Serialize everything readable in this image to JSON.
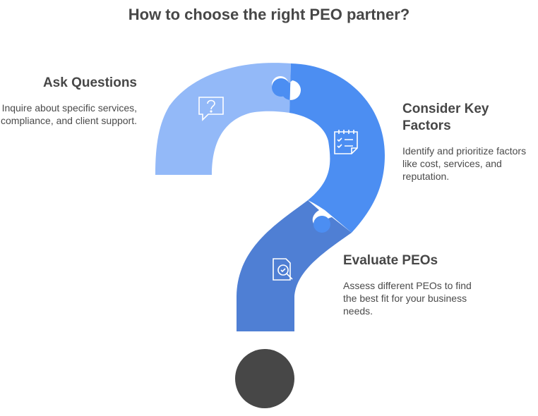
{
  "title": "How to choose the right PEO partner?",
  "steps": [
    {
      "heading": "Ask Questions",
      "text": "Inquire about specific services, compliance, and client support.",
      "icon": "question-bubble-icon",
      "color": "#93b9f8"
    },
    {
      "heading": "Consider Key Factors",
      "text": "Identify and prioritize factors like cost, services, and reputation.",
      "icon": "checklist-icon",
      "color": "#4c8ef2"
    },
    {
      "heading": "Evaluate PEOs",
      "text": "Assess different PEOs to find the best fit for your business needs.",
      "icon": "search-document-icon",
      "color": "#4f7fd4"
    }
  ],
  "dot_color": "#474747"
}
